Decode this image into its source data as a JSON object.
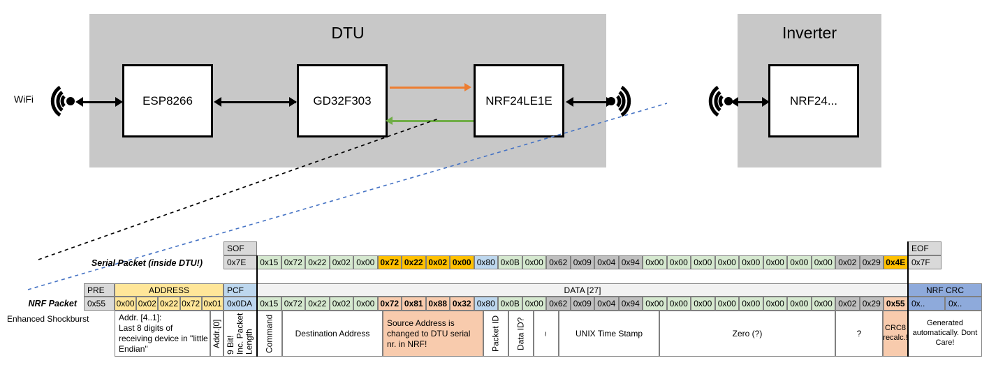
{
  "diagram": {
    "dtu": {
      "title": "DTU",
      "chips": [
        "ESP8266",
        "GD32F303",
        "NRF24LE1E"
      ]
    },
    "inverter": {
      "title": "Inverter",
      "chips": [
        "NRF24..."
      ]
    },
    "wifi_label": "WiFi"
  },
  "serial_packet": {
    "label": "Serial Packet (inside DTU!)",
    "sof_header": "SOF",
    "sof_value": "0x7E",
    "eof_header": "EOF",
    "eof_value": "0x7F",
    "bytes": [
      {
        "v": "0x15",
        "c": "c-green",
        "b": false
      },
      {
        "v": "0x72",
        "c": "c-green",
        "b": false
      },
      {
        "v": "0x22",
        "c": "c-green",
        "b": false
      },
      {
        "v": "0x02",
        "c": "c-green",
        "b": false
      },
      {
        "v": "0x00",
        "c": "c-green",
        "b": false
      },
      {
        "v": "0x72",
        "c": "c-gold",
        "b": true
      },
      {
        "v": "0x22",
        "c": "c-gold",
        "b": true
      },
      {
        "v": "0x02",
        "c": "c-gold",
        "b": true
      },
      {
        "v": "0x00",
        "c": "c-gold",
        "b": true
      },
      {
        "v": "0x80",
        "c": "c-blue",
        "b": false
      },
      {
        "v": "0x0B",
        "c": "c-green",
        "b": false
      },
      {
        "v": "0x00",
        "c": "c-green",
        "b": false
      },
      {
        "v": "0x62",
        "c": "c-greyd",
        "b": false
      },
      {
        "v": "0x09",
        "c": "c-greyd",
        "b": false
      },
      {
        "v": "0x04",
        "c": "c-greyd",
        "b": false
      },
      {
        "v": "0x94",
        "c": "c-greyd",
        "b": false
      },
      {
        "v": "0x00",
        "c": "c-green",
        "b": false
      },
      {
        "v": "0x00",
        "c": "c-green",
        "b": false
      },
      {
        "v": "0x00",
        "c": "c-green",
        "b": false
      },
      {
        "v": "0x00",
        "c": "c-green",
        "b": false
      },
      {
        "v": "0x00",
        "c": "c-green",
        "b": false
      },
      {
        "v": "0x00",
        "c": "c-green",
        "b": false
      },
      {
        "v": "0x00",
        "c": "c-green",
        "b": false
      },
      {
        "v": "0x00",
        "c": "c-green",
        "b": false
      },
      {
        "v": "0x02",
        "c": "c-greyd",
        "b": false
      },
      {
        "v": "0x29",
        "c": "c-greyd",
        "b": false
      },
      {
        "v": "0x4E",
        "c": "c-gold",
        "b": true
      }
    ]
  },
  "nrf_packet": {
    "label": "NRF Packet",
    "sublabel": "Enhanced Shockburst",
    "headers": {
      "pre": "PRE",
      "address": "ADDRESS",
      "pcf": "PCF",
      "data": "DATA [27]",
      "crc": "NRF CRC"
    },
    "pre_value": "0x55",
    "address_values": [
      "0x00",
      "0x02",
      "0x22",
      "0x72",
      "0x01"
    ],
    "pcf_value": "0x0DA",
    "crc_values": [
      "0x..",
      "0x.."
    ],
    "bytes": [
      {
        "v": "0x15",
        "c": "c-green",
        "b": false
      },
      {
        "v": "0x72",
        "c": "c-green",
        "b": false
      },
      {
        "v": "0x22",
        "c": "c-green",
        "b": false
      },
      {
        "v": "0x02",
        "c": "c-green",
        "b": false
      },
      {
        "v": "0x00",
        "c": "c-green",
        "b": false
      },
      {
        "v": "0x72",
        "c": "c-salmon",
        "b": true
      },
      {
        "v": "0x81",
        "c": "c-salmon",
        "b": true
      },
      {
        "v": "0x88",
        "c": "c-salmon",
        "b": true
      },
      {
        "v": "0x32",
        "c": "c-salmon",
        "b": true
      },
      {
        "v": "0x80",
        "c": "c-blue",
        "b": false
      },
      {
        "v": "0x0B",
        "c": "c-green",
        "b": false
      },
      {
        "v": "0x00",
        "c": "c-green",
        "b": false
      },
      {
        "v": "0x62",
        "c": "c-greyd",
        "b": false
      },
      {
        "v": "0x09",
        "c": "c-greyd",
        "b": false
      },
      {
        "v": "0x04",
        "c": "c-greyd",
        "b": false
      },
      {
        "v": "0x94",
        "c": "c-greyd",
        "b": false
      },
      {
        "v": "0x00",
        "c": "c-green",
        "b": false
      },
      {
        "v": "0x00",
        "c": "c-green",
        "b": false
      },
      {
        "v": "0x00",
        "c": "c-green",
        "b": false
      },
      {
        "v": "0x00",
        "c": "c-green",
        "b": false
      },
      {
        "v": "0x00",
        "c": "c-green",
        "b": false
      },
      {
        "v": "0x00",
        "c": "c-green",
        "b": false
      },
      {
        "v": "0x00",
        "c": "c-green",
        "b": false
      },
      {
        "v": "0x00",
        "c": "c-green",
        "b": false
      },
      {
        "v": "0x02",
        "c": "c-greyd",
        "b": false
      },
      {
        "v": "0x29",
        "c": "c-greyd",
        "b": false
      },
      {
        "v": "0x55",
        "c": "c-salmon",
        "b": true
      }
    ],
    "annotations": {
      "address": "Addr. [4..1]:\nLast 8 digits of receiving device in \"little Endian\"",
      "addr0": "Addr.[0]",
      "pcf": "9 Bit!\nInc. Packet Length",
      "command": "Command",
      "destination": "Destination Address",
      "source": "Source Address is changed to DTU serial nr. in NRF!",
      "packet_id": "Packet ID",
      "data_id": "Data ID?",
      "tilde": "~",
      "timestamp": "UNIX Time Stamp",
      "zero": "Zero (?)",
      "question": "?",
      "crc8": "CRC8 recalc.!",
      "nrf_crc": "Generated automatically. Dont Care!"
    }
  },
  "colors": {
    "orange_arrow": "#ED7D31",
    "green_arrow": "#70AD47",
    "enclosure": "#c8c8c8",
    "blue_dash": "#4472C4"
  }
}
